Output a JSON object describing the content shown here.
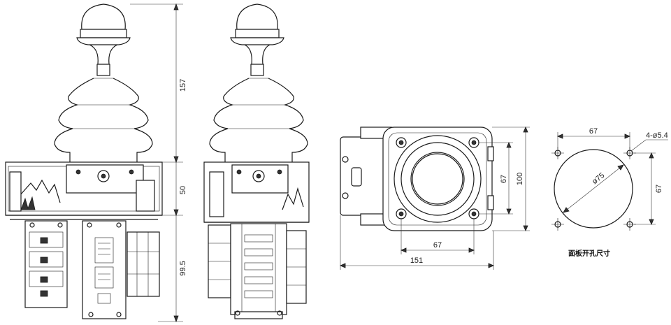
{
  "dimensions": {
    "height_handle": "157",
    "height_body": "50",
    "height_switches": "99.5",
    "top_view_hole_spacing_v": "67",
    "top_view_height": "100",
    "top_view_hole_spacing_h": "67",
    "top_view_width": "151",
    "cutout_hole_spacing_h": "67",
    "cutout_hole_spacing_v": "67",
    "cutout_hole_callout": "4-ø5.4",
    "cutout_diameter": "ø75"
  },
  "cutout_caption": "面板开孔尺寸"
}
